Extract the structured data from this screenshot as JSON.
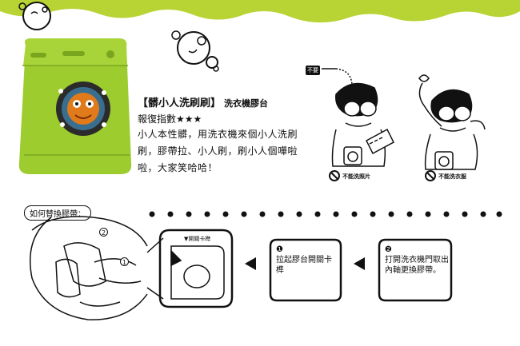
{
  "product": {
    "title": "【髒小人洗刷刷】",
    "subtitle": "洗衣機膠台",
    "rating": "報復指數★★★",
    "description": "小人本性髒，用洗衣機來個小人洗刷刷，膠帶拉、小人刷，刷小人個嘩啦啦，大家笑哈哈！"
  },
  "warnings": {
    "badge": "不要",
    "no_photo": "不能洗照片",
    "no_clothes": "不能洗衣服"
  },
  "howto": {
    "tag": "如何替換膠帶：",
    "cap_label": "▼開關卡榫",
    "step1_num": "❶",
    "step1_text": "拉起膠台開關卡榫",
    "step2_num": "❷",
    "step2_text": "打開洗衣機門取出內軸更換膠帶。",
    "photo_num_1": "1",
    "photo_num_2": "2"
  },
  "colors": {
    "accent": "#b7d334",
    "washer_green": "#9ccc2e",
    "washer_dark": "#7aa51e",
    "ink": "#111111"
  },
  "icons": [
    "bubble-icon",
    "washing-machine-icon",
    "no-entry-icon",
    "arrow-left-icon"
  ]
}
